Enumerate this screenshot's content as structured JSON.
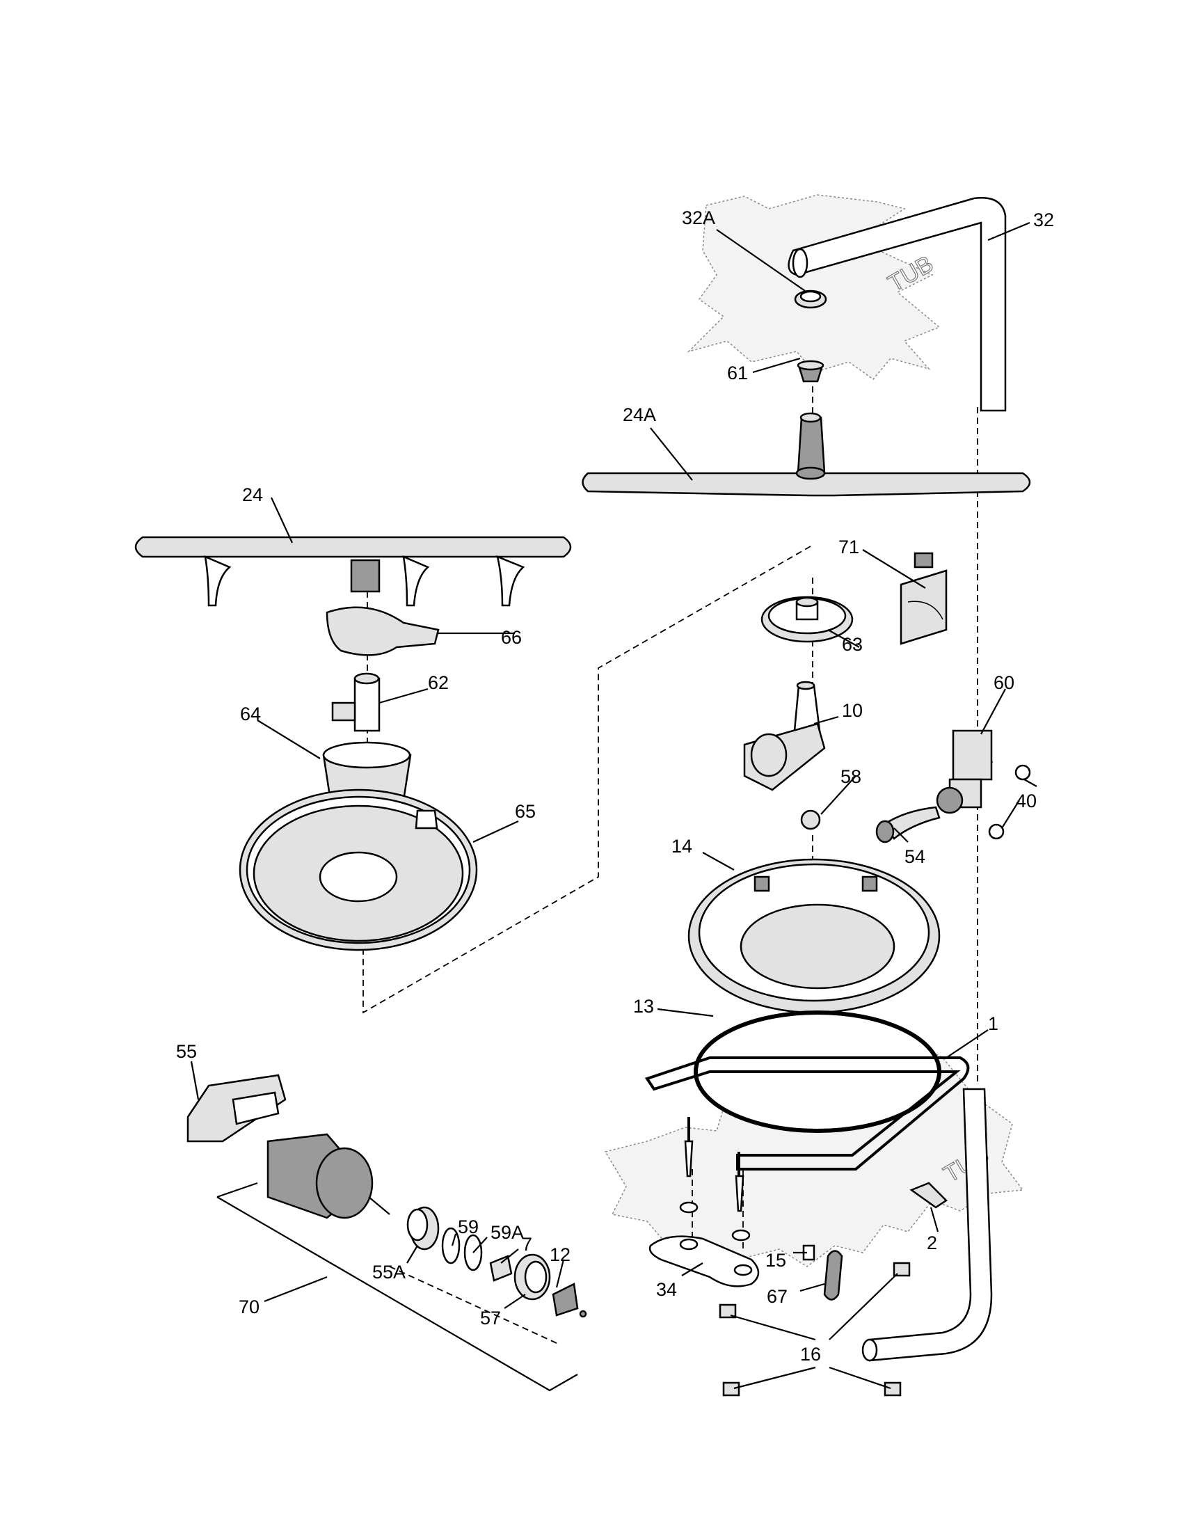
{
  "tub_labels": [
    "TUB",
    "TUB"
  ],
  "parts": [
    {
      "id": "32A",
      "label": "32A"
    },
    {
      "id": "32",
      "label": "32"
    },
    {
      "id": "61",
      "label": "61"
    },
    {
      "id": "24A",
      "label": "24A"
    },
    {
      "id": "24",
      "label": "24"
    },
    {
      "id": "71",
      "label": "71"
    },
    {
      "id": "66",
      "label": "66"
    },
    {
      "id": "63",
      "label": "63"
    },
    {
      "id": "62",
      "label": "62"
    },
    {
      "id": "60",
      "label": "60"
    },
    {
      "id": "64",
      "label": "64"
    },
    {
      "id": "10",
      "label": "10"
    },
    {
      "id": "58",
      "label": "58"
    },
    {
      "id": "40",
      "label": "40"
    },
    {
      "id": "65",
      "label": "65"
    },
    {
      "id": "54",
      "label": "54"
    },
    {
      "id": "14",
      "label": "14"
    },
    {
      "id": "13",
      "label": "13"
    },
    {
      "id": "1",
      "label": "1"
    },
    {
      "id": "55",
      "label": "55"
    },
    {
      "id": "59",
      "label": "59"
    },
    {
      "id": "59A",
      "label": "59A"
    },
    {
      "id": "7",
      "label": "7"
    },
    {
      "id": "12",
      "label": "12"
    },
    {
      "id": "55A",
      "label": "55A"
    },
    {
      "id": "2",
      "label": "2"
    },
    {
      "id": "15",
      "label": "15"
    },
    {
      "id": "34",
      "label": "34"
    },
    {
      "id": "67",
      "label": "67"
    },
    {
      "id": "70",
      "label": "70"
    },
    {
      "id": "57",
      "label": "57"
    },
    {
      "id": "16",
      "label": "16"
    }
  ]
}
